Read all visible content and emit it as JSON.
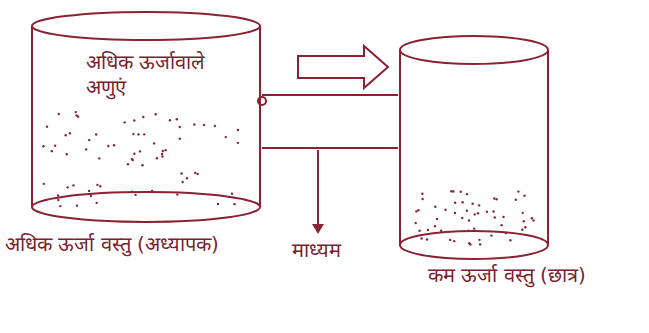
{
  "diagram": {
    "nodes": [
      {
        "text": [
          "अधिक ऊर्जावाले अणुएं",
          "अधिक ऊर्जा वस्तु (अध्यापक)"
        ]
      },
      {
        "text": [
          "कम ऊर्जा वस्तु (छात्र)"
        ]
      }
    ],
    "edges": [
      {
        "from": 0,
        "to": 1,
        "arrow": "none"
      }
    ],
    "labels": [
      "माध्यम"
    ]
  }
}
